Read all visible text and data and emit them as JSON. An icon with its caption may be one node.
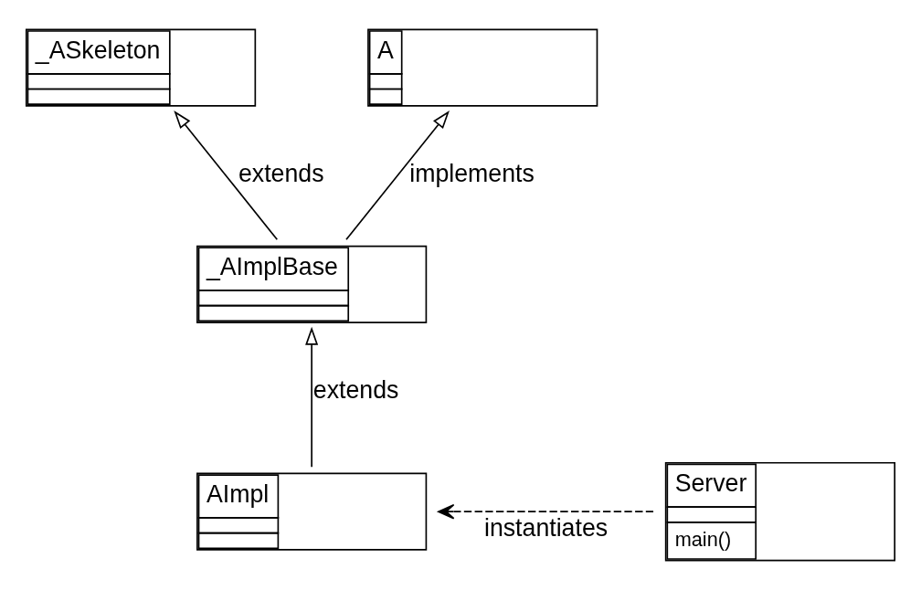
{
  "diagram": {
    "nodes": [
      {
        "text": [
          "_ASkeleton"
        ]
      },
      {
        "text": [
          "A"
        ]
      },
      {
        "text": [
          "_AImplBase"
        ]
      },
      {
        "text": [
          "Server",
          "main()"
        ]
      },
      {
        "text": [
          "AImpl"
        ]
      }
    ],
    "edges": [
      {
        "from": 2,
        "to": 0,
        "arrow": "to",
        "label": "extends"
      },
      {
        "from": 2,
        "to": 1,
        "arrow": "to",
        "label": "implements"
      },
      {
        "from": 4,
        "to": 2,
        "arrow": "to",
        "label": "extends"
      },
      {
        "from": 3,
        "to": 4,
        "arrow": "to",
        "label": "instantiates",
        "style": "dashed"
      }
    ]
  }
}
